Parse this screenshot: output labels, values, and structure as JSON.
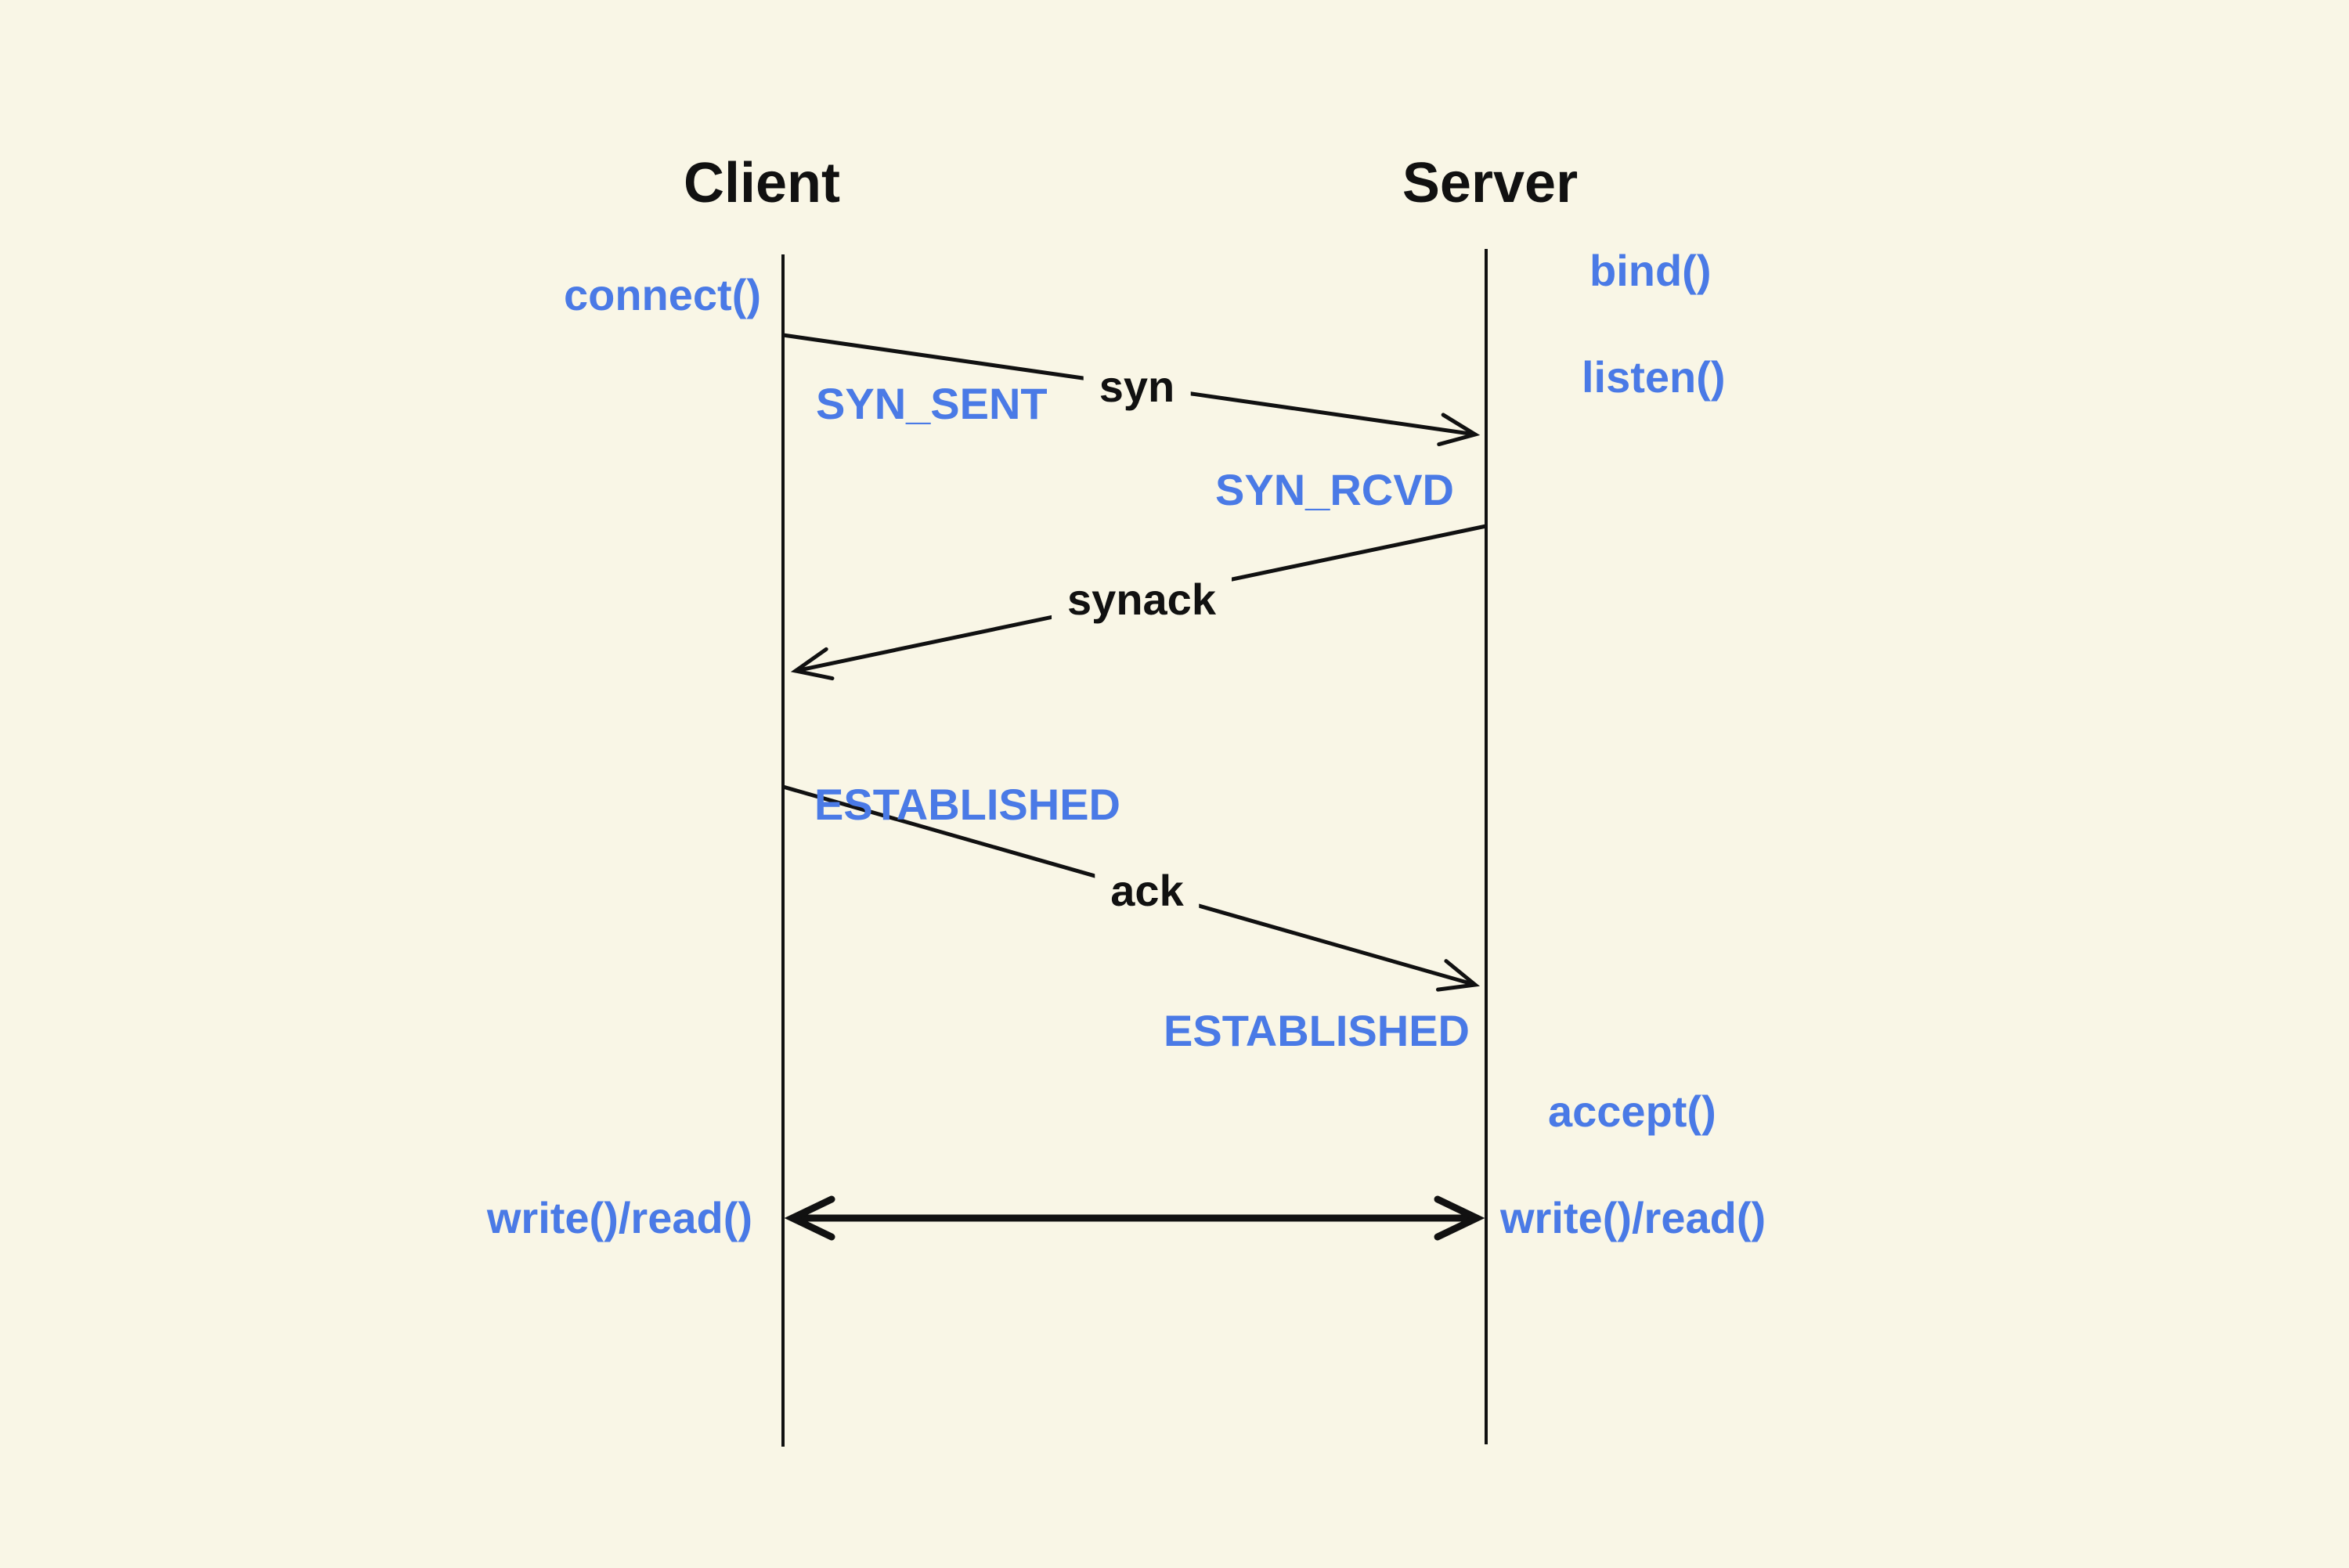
{
  "diagram": {
    "titles": {
      "client": "Client",
      "server": "Server"
    },
    "client_side": {
      "connect_call": "connect()",
      "syn_sent_state": "SYN_SENT",
      "established_state": "ESTABLISHED",
      "write_read_call": "write()/read()"
    },
    "server_side": {
      "bind_call": "bind()",
      "listen_call": "listen()",
      "syn_rcvd_state": "SYN_RCVD",
      "established_state": "ESTABLISHED",
      "accept_call": "accept()",
      "write_read_call": "write()/read()"
    },
    "messages": {
      "syn": "syn",
      "synack": "synack",
      "ack": "ack"
    },
    "colors": {
      "background": "#f9f6e6",
      "label_blue": "#4a7ae6",
      "line_black": "#111111"
    }
  }
}
